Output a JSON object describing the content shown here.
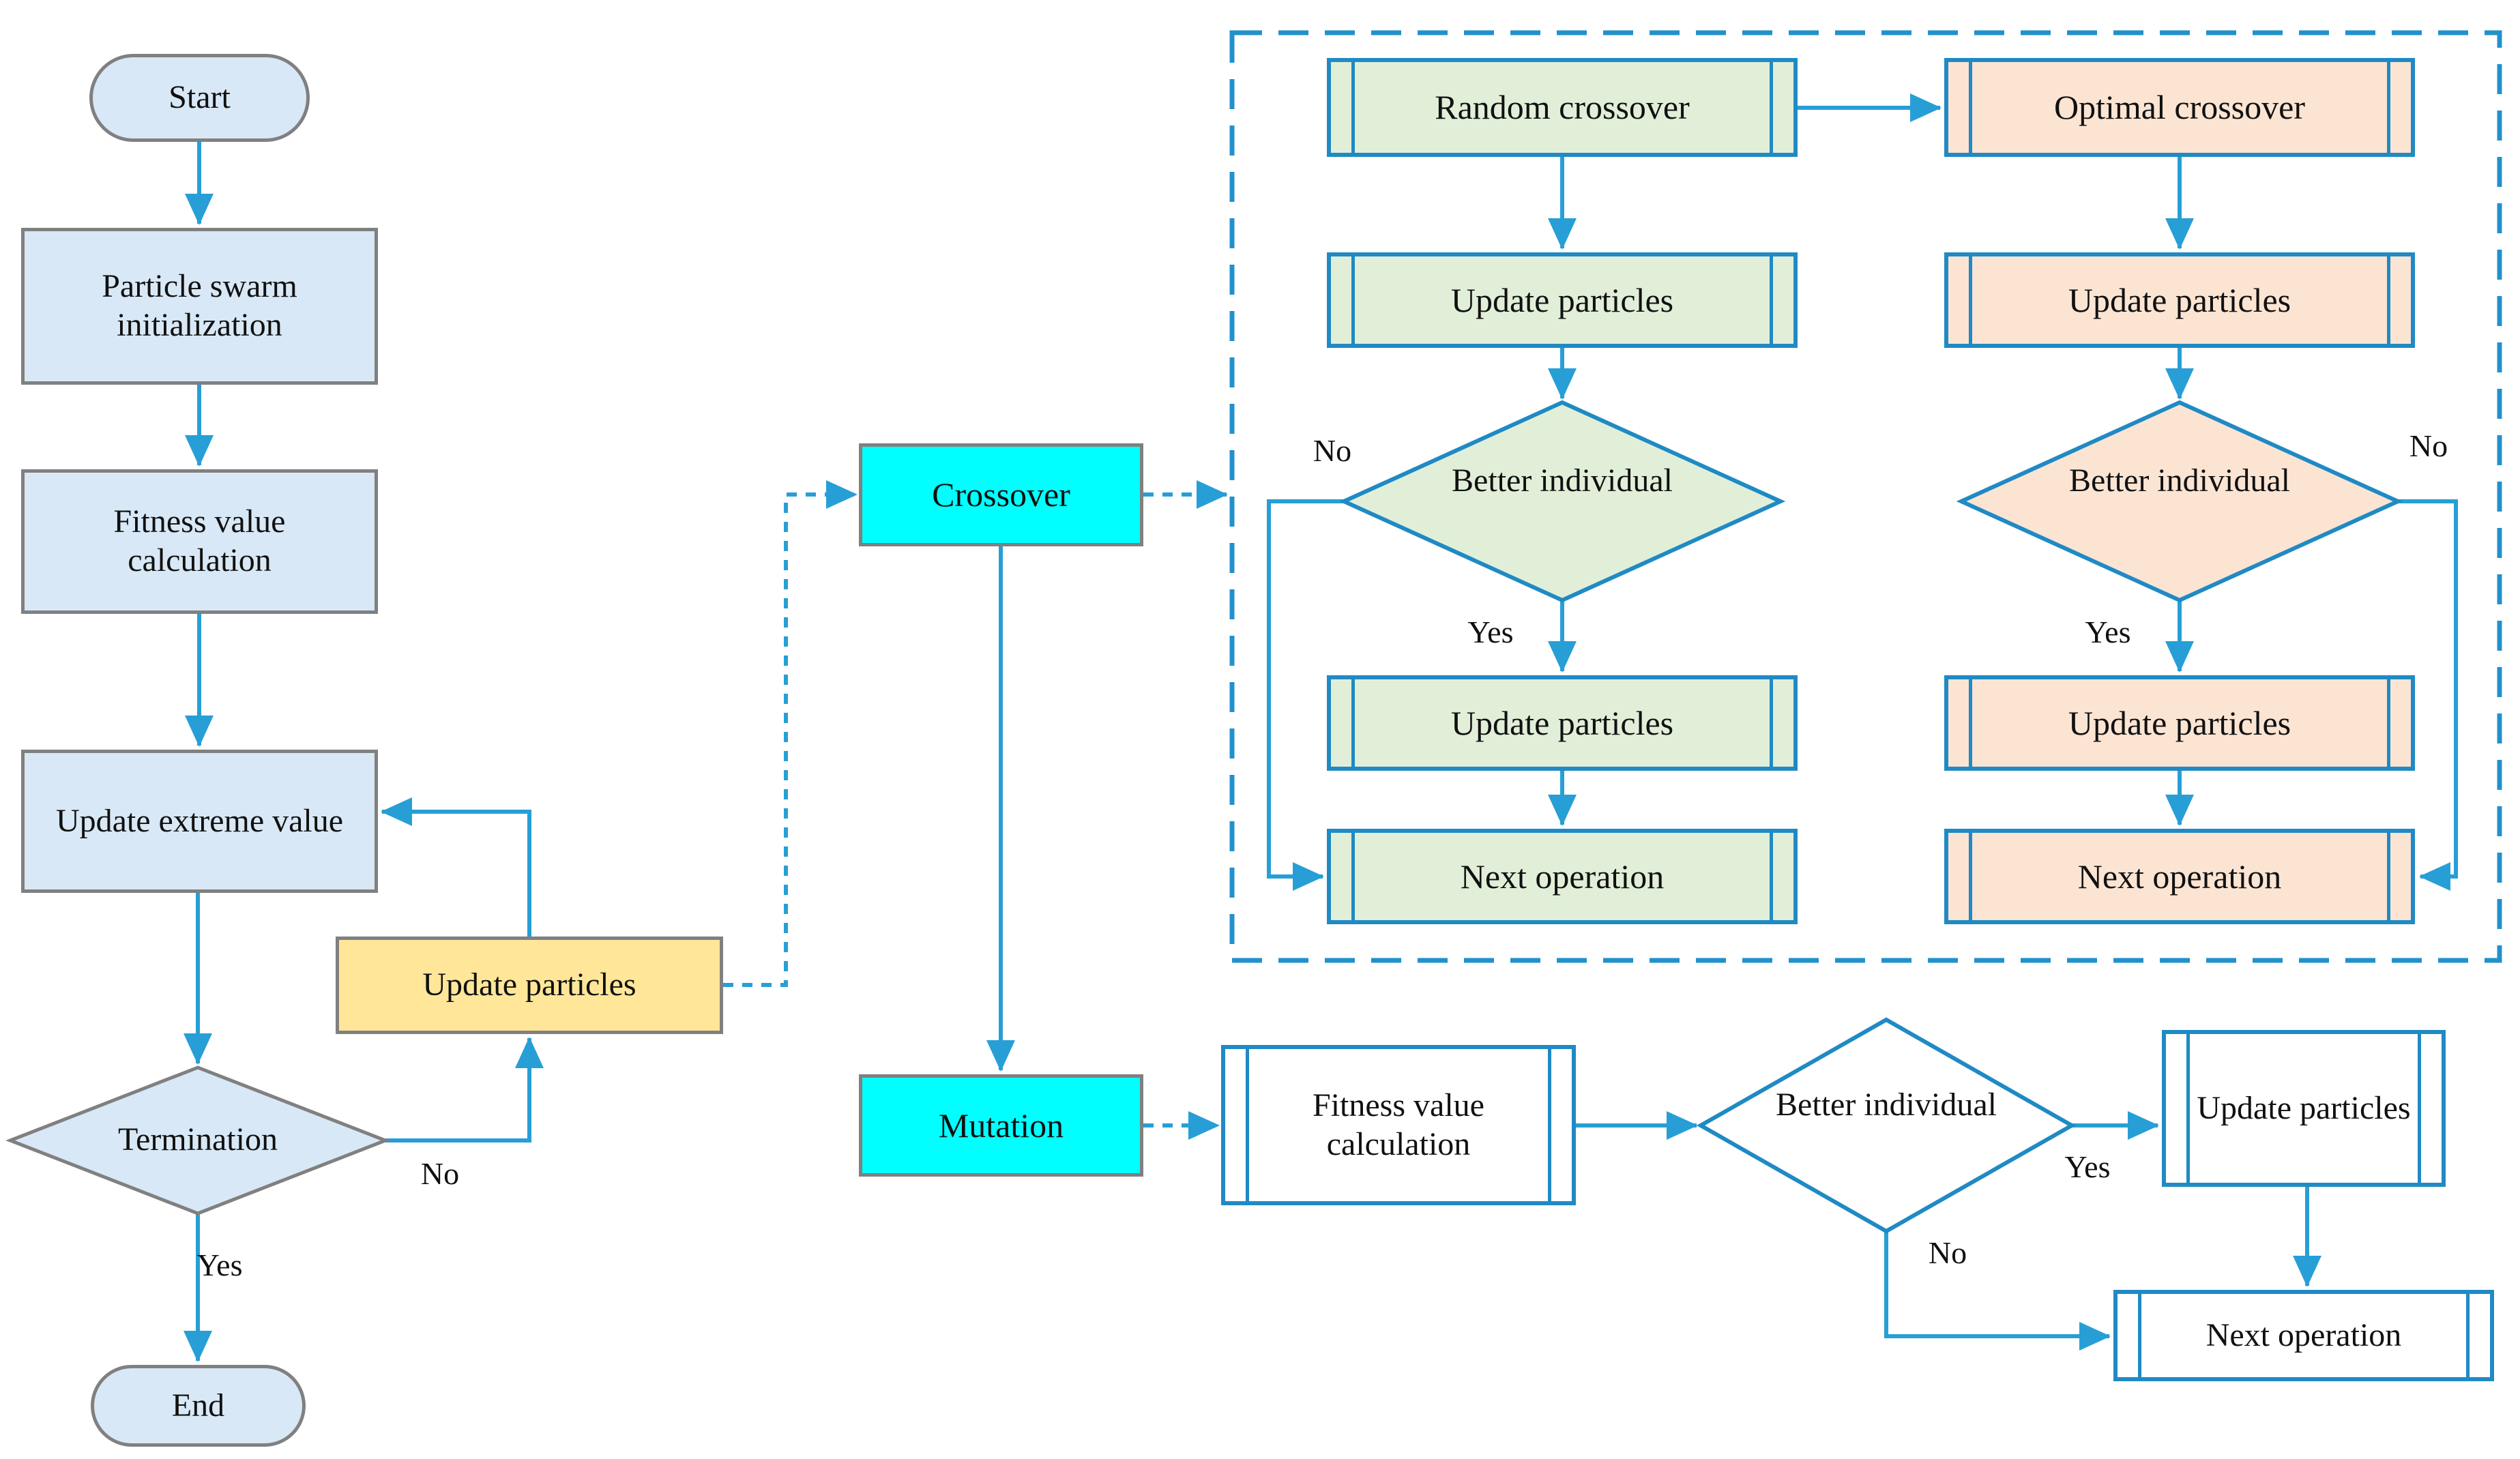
{
  "diagram": {
    "pso_column": {
      "start": "Start",
      "particle_swarm_initialization": "Particle swarm initialization",
      "fitness_value_calculation": "Fitness value calculation",
      "update_extreme_value": "Update extreme value",
      "termination": "Termination",
      "no": "No",
      "yes": "Yes",
      "end": "End",
      "update_particles": "Update particles"
    },
    "operators": {
      "crossover": "Crossover",
      "mutation": "Mutation"
    },
    "crossover_panel": {
      "random_branch": {
        "random_crossover": "Random crossover",
        "update_particles_1": "Update particles",
        "better_individual": "Better individual",
        "no": "No",
        "yes": "Yes",
        "update_particles_2": "Update particles",
        "next_operation": "Next operation"
      },
      "optimal_branch": {
        "optimal_crossover": "Optimal crossover",
        "update_particles_1": "Update particles",
        "better_individual": "Better individual",
        "no": "No",
        "yes": "Yes",
        "update_particles_2": "Update particles",
        "next_operation": "Next operation"
      }
    },
    "mutation_flow": {
      "fitness_value_calculation": "Fitness value calculation",
      "better_individual": "Better individual",
      "yes": "Yes",
      "no": "No",
      "update_particles": "Update particles",
      "next_operation": "Next operation"
    },
    "colors": {
      "arrow_blue": "#279fd6",
      "shape_border_blue": "#1f8ac4",
      "gray_border": "#808080",
      "light_blue_fill": "#d8e8f6",
      "yellow_fill": "#ffe699",
      "cyan_fill": "#00ffff",
      "green_fill": "#e1efd9",
      "peach_fill": "#fce4d3",
      "white_fill": "#ffffff"
    }
  }
}
